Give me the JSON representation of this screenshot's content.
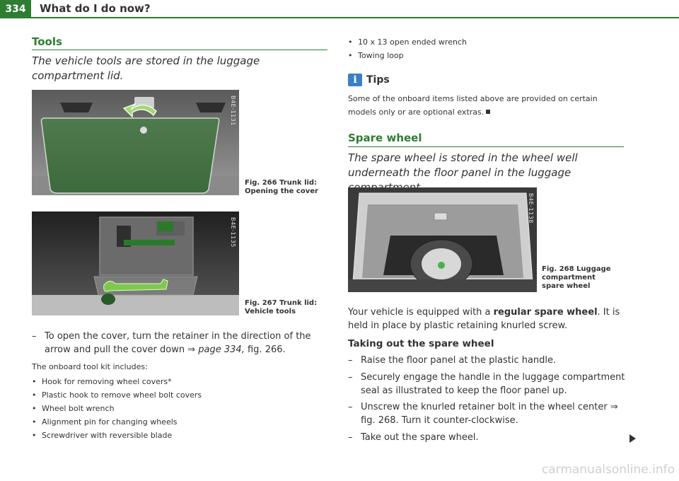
{
  "header": {
    "page_number": "334",
    "title": "What do I do now?"
  },
  "tools": {
    "heading": "Tools",
    "lead": "The vehicle tools are stored in the luggage compartment lid.",
    "fig266": {
      "code": "B4E-1131",
      "caption_num": "Fig. 266  Trunk lid:",
      "caption_text": "Opening the cover"
    },
    "fig267": {
      "code": "B4E-1135",
      "caption_num": "Fig. 267  Trunk lid:",
      "caption_text": "Vehicle tools"
    },
    "step_dash": "–",
    "step_pre": "To open the cover, turn the retainer in the direction of the arrow and pull the cover down",
    "step_ref": "⇒ page 334,",
    "step_post": "fig. 266.",
    "kit_intro": "The onboard tool kit includes:",
    "kit_items": [
      "Hook for removing wheel covers*",
      "Plastic hook to remove wheel bolt covers",
      "Wheel bolt wrench",
      "Alignment pin for changing wheels",
      "Screwdriver with reversible blade"
    ]
  },
  "right_list": [
    "10 x 13 open ended wrench",
    "Towing loop"
  ],
  "tips": {
    "icon": "i",
    "label": "Tips",
    "text": "Some of the onboard items listed above are provided on certain models only or are optional extras."
  },
  "spare": {
    "heading": "Spare wheel",
    "lead": "The spare wheel is stored in the wheel well underneath the floor panel in the luggage compartment.",
    "fig268": {
      "code": "B4E-1138",
      "caption_num": "Fig. 268  Luggage",
      "caption_text": "compartment spare wheel"
    },
    "body_pre": "Your vehicle is equipped with a",
    "body_bold": "regular spare wheel",
    "body_post": ". It is held in place by plastic retaining knurled screw.",
    "sub_heading": "Taking out the spare wheel",
    "steps": [
      "Raise the floor panel at the plastic handle.",
      "Securely engage the handle in the luggage compartment seal as illustrated to keep the floor panel up.",
      "Unscrew the knurled retainer bolt in the wheel center ⇒ fig. 268. Turn it counter-clockwise.",
      "Take out the spare wheel."
    ]
  },
  "watermark": "carmanualsonline.info",
  "colors": {
    "accent": "#2e7d32",
    "tips_blue": "#3b7fc4"
  }
}
